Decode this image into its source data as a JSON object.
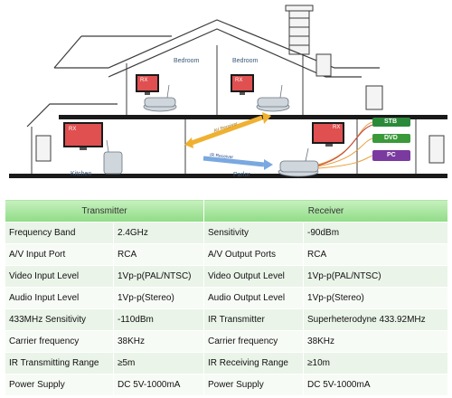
{
  "illustration": {
    "rooms": {
      "bedroom_left": "Bedroom",
      "bedroom_right": "Bedroom",
      "kitchen": "Kitchen",
      "parlor": "Parlor"
    },
    "arrows": {
      "av_label": "AV Receiver",
      "ir_label": "IR Receiver"
    },
    "devices": {
      "stb": "STB",
      "dvd": "DVD",
      "pc": "PC"
    },
    "tv_brand": "RX",
    "colors": {
      "house_line": "#3c3c3c",
      "arrow_yellow": "#f0b030",
      "arrow_blue": "#7aa8e0",
      "stb": "#2a8a3a",
      "dvd": "#3a9a3a",
      "pc": "#7a3aa0"
    }
  },
  "table": {
    "headers": [
      "Transmitter",
      "Receiver"
    ],
    "rows": [
      [
        "Frequency Band",
        "2.4GHz",
        "Sensitivity",
        "-90dBm"
      ],
      [
        "A/V Input Port",
        "RCA",
        "A/V Output Ports",
        "RCA"
      ],
      [
        "Video Input Level",
        "1Vp-p(PAL/NTSC)",
        "Video Output Level",
        "1Vp-p(PAL/NTSC)"
      ],
      [
        "Audio Input Level",
        "1Vp-p(Stereo)",
        "Audio Output Level",
        "1Vp-p(Stereo)"
      ],
      [
        "433MHz Sensitivity",
        "-110dBm",
        "IR Transmitter",
        "Superheterodyne 433.92MHz"
      ],
      [
        "Carrier frequency",
        "38KHz",
        "Carrier frequency",
        "38KHz"
      ],
      [
        "IR Transmitting Range",
        "≥5m",
        "IR Receiving Range",
        "≥10m"
      ],
      [
        "Power Supply",
        "DC 5V-1000mA",
        "Power Supply",
        "DC 5V-1000mA"
      ]
    ]
  }
}
